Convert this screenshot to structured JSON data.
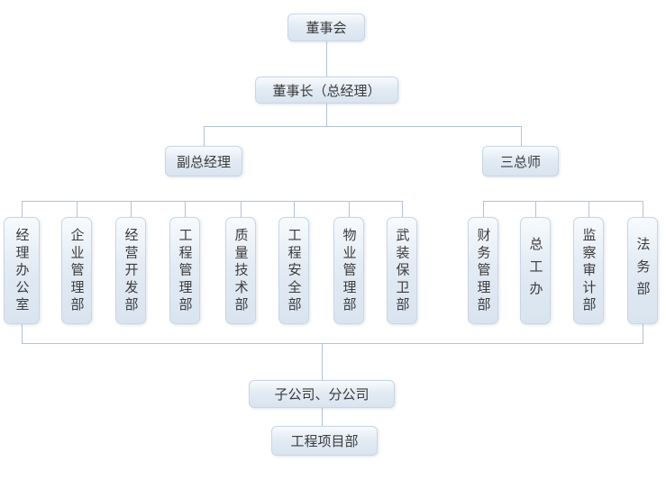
{
  "org": {
    "board": "董事会",
    "chairman": "董事长（总经理）",
    "left_branch": "副总经理",
    "right_branch": "三总师",
    "left_departments": [
      "经理办公室",
      "企业管理部",
      "经营开发部",
      "工程管理部",
      "质量技术部",
      "工程安全部",
      "物业管理部",
      "武装保卫部"
    ],
    "right_departments": [
      "财务管理部",
      "总工办",
      "监察审计部",
      "法务部"
    ],
    "subsidiaries": "子公司、分公司",
    "project_dept": "工程项目部"
  },
  "colors": {
    "background": "#ffffff",
    "node_fill_top": "#f8fbfd",
    "node_fill_bottom": "#d9e4f0",
    "node_border": "#c9d6e5",
    "connector": "#b3c3d6",
    "text": "#3b3b3b"
  }
}
